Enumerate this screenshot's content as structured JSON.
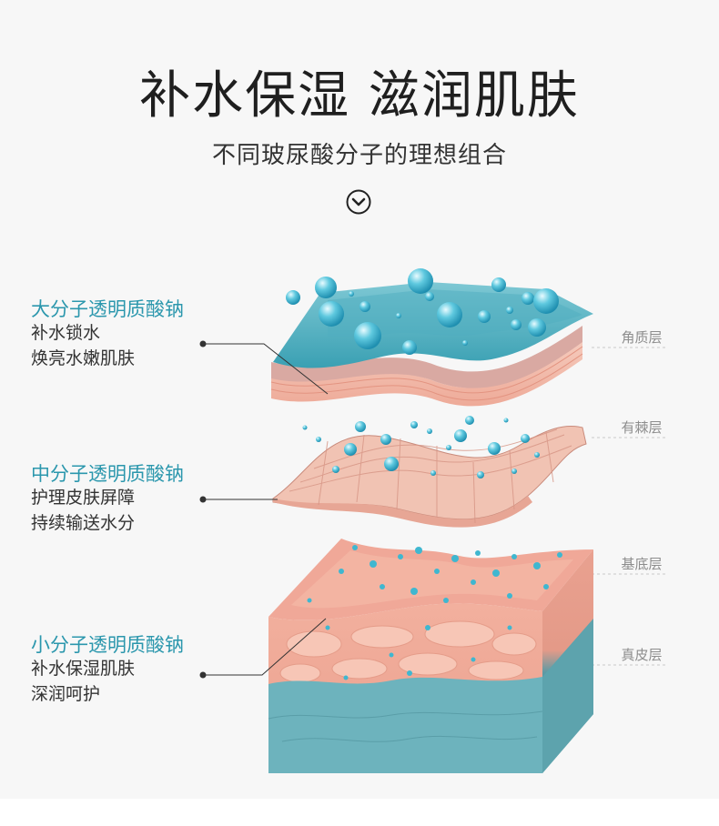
{
  "header": {
    "title": "补水保湿 滋润肌肤",
    "subtitle": "不同玻尿酸分子的理想组合"
  },
  "icons": {
    "scroll_down": "chevron-down-circle-icon"
  },
  "colors": {
    "accent": "#2b97ad",
    "water_drop": "#3fb7d0",
    "skin_pink": "#f2b7a6",
    "dermis_teal": "#6fb5bf"
  },
  "molecules": [
    {
      "title": "大分子透明质酸钠",
      "lines": [
        "补水锁水",
        "焕亮水嫩肌肤"
      ]
    },
    {
      "title": "中分子透明质酸钠",
      "lines": [
        "护理皮肤屏障",
        "持续输送水分"
      ]
    },
    {
      "title": "小分子透明质酸钠",
      "lines": [
        "补水保湿肌肤",
        "深润呵护"
      ]
    }
  ],
  "layers": [
    "角质层",
    "有棘层",
    "基底层",
    "真皮层"
  ]
}
